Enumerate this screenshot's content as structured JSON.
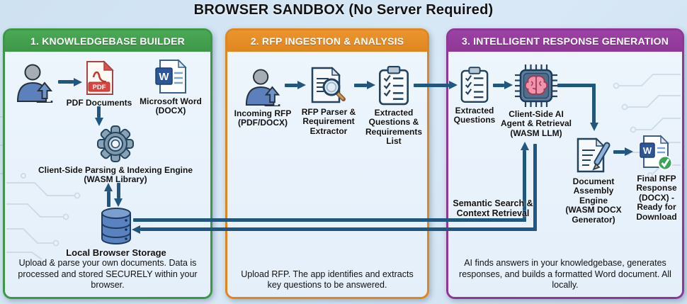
{
  "title": "BROWSER SANDBOX (No Server Required)",
  "colors": {
    "panel1_accent": "#3e9749",
    "panel2_accent": "#e0861f",
    "panel3_accent": "#8e3796",
    "arrow": "#21567e",
    "background": "#d2e4f3"
  },
  "panel1": {
    "header": "1. KNOWLEDGEBASE BUILDER",
    "pdf_label": "PDF Documents",
    "word_label": "Microsoft Word",
    "word_sub": "(DOCX)",
    "engine_label": "Client-Side Parsing & Indexing Engine",
    "engine_sub": "(WASM Library)",
    "storage_label": "Local Browser Storage",
    "footer": "Upload & parse your own documents. Data is processed and stored SECURELY within your browser."
  },
  "panel2": {
    "header": "2. RFP INGESTION & ANALYSIS",
    "incoming_label": "Incoming RFP",
    "incoming_sub": "(PDF/DOCX)",
    "parser_label": "RFP Parser & Requirement Extractor",
    "extracted_label": "Extracted Questions & Requirements List",
    "footer": "Upload RFP. The app identifies and extracts key questions to be answered."
  },
  "panel3": {
    "header": "3. INTELLIGENT RESPONSE GENERATION",
    "extracted_label": "Extracted Questions",
    "agent_label": "Client-Side AI Agent & Retrieval",
    "agent_sub": "(WASM LLM)",
    "semantic_label": "Semantic Search & Context Retrieval",
    "assembly_label": "Document Assembly Engine",
    "assembly_sub": "(WASM DOCX Generator)",
    "final_label": "Final RFP Response (DOCX) - Ready for Download",
    "footer": "AI finds answers in your knowledgebase, generates responses, and builds a formatted Word document. All locally."
  },
  "icons": {
    "pdf_badge": "PDF",
    "word_letter": "W",
    "final_word_letter": "W"
  }
}
